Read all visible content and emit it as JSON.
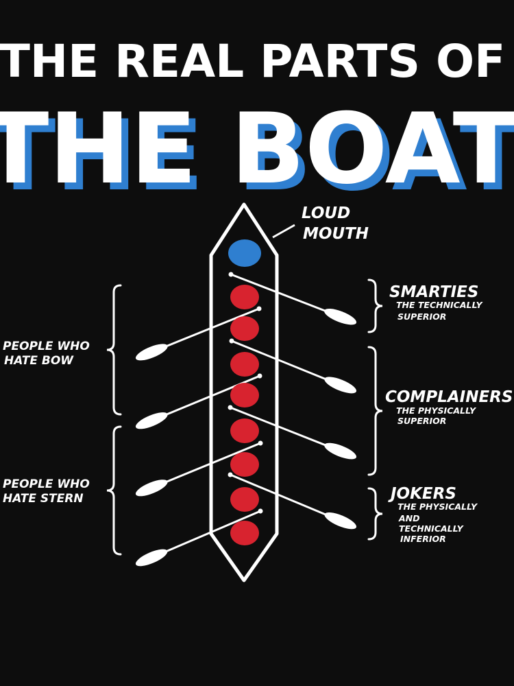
{
  "title": {
    "line1": "THE REAL PARTS OF",
    "line2": "THE BOAT"
  },
  "cox": {
    "label_line1": "LOUD",
    "label_line2": "MOUTH",
    "color": "#2f7fd0"
  },
  "rowers": {
    "count": 8,
    "color": "#d8232f"
  },
  "right_groups": [
    {
      "name": "SMARTIES",
      "sub": [
        "THE TECHNICALLY",
        "SUPERIOR"
      ]
    },
    {
      "name": "COMPLAINERS",
      "sub": [
        "THE PHYSICALLY",
        "SUPERIOR"
      ]
    },
    {
      "name": "JOKERS",
      "sub": [
        "THE PHYSICALLY",
        "AND",
        "TECHNICALLY",
        "INFERIOR"
      ]
    }
  ],
  "left_groups": [
    {
      "lines": [
        "PEOPLE WHO",
        "HATE BOW"
      ]
    },
    {
      "lines": [
        "PEOPLE WHO",
        "HATE STERN"
      ]
    }
  ],
  "colors": {
    "background": "#0d0d0d",
    "accent_blue": "#2f7fd0",
    "rower_red": "#d8232f",
    "line_white": "#ffffff"
  }
}
